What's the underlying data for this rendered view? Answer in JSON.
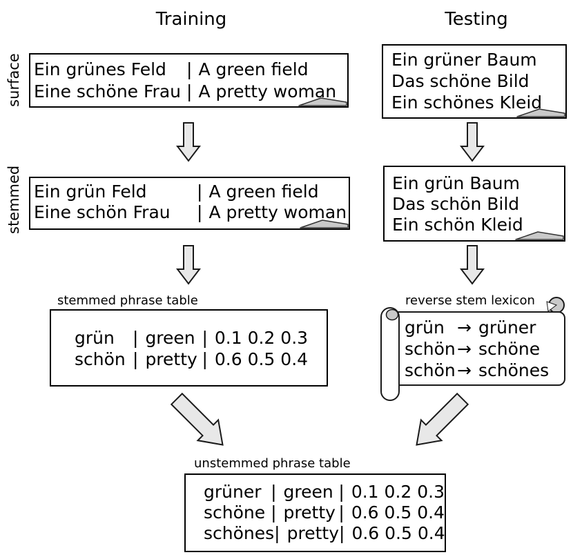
{
  "headings": {
    "training": "Training",
    "testing": "Testing"
  },
  "side_labels": {
    "surface": "surface",
    "stemmed": "stemmed"
  },
  "separators": {
    "pipe": "|",
    "arrow": "→"
  },
  "colors": {
    "arrow_fill": "#e8e8e8",
    "fold_fill": "#c9c9c9",
    "stroke": "#1a1a1a"
  },
  "corpora": {
    "train_surface": {
      "rows": [
        {
          "de": "Ein grünes Feld",
          "en": "A green field"
        },
        {
          "de": "Eine schöne Frau",
          "en": "A pretty woman"
        }
      ]
    },
    "train_stemmed": {
      "rows": [
        {
          "de": "Ein grün Feld",
          "en": "A green field"
        },
        {
          "de": "Eine schön Frau",
          "en": "A pretty woman"
        }
      ]
    },
    "test_surface": {
      "lines": [
        "Ein grüner Baum",
        "Das schöne Bild",
        "Ein schönes Kleid"
      ]
    },
    "test_stemmed": {
      "lines": [
        "Ein grün Baum",
        "Das schön Bild",
        "Ein schön Kleid"
      ]
    }
  },
  "stemmed_phrase_table": {
    "label": "stemmed phrase table",
    "rows": [
      {
        "src": "grün",
        "tgt": "green",
        "scores": "0.1 0.2 0.3"
      },
      {
        "src": "schön",
        "tgt": "pretty",
        "scores": "0.6 0.5 0.4"
      }
    ]
  },
  "reverse_stem_lexicon": {
    "label": "reverse stem lexicon",
    "rows": [
      {
        "from": "grün",
        "to": "grüner"
      },
      {
        "from": "schön",
        "to": "schöne"
      },
      {
        "from": "schön",
        "to": "schönes"
      }
    ]
  },
  "unstemmed_phrase_table": {
    "label": "unstemmed phrase table",
    "rows": [
      {
        "src": "grüner",
        "tgt": "green",
        "scores": "0.1 0.2 0.3"
      },
      {
        "src": "schöne",
        "tgt": "pretty",
        "scores": "0.6 0.5 0.4"
      },
      {
        "src": "schönes",
        "tgt": "pretty",
        "scores": "0.6 0.5 0.4"
      }
    ]
  }
}
